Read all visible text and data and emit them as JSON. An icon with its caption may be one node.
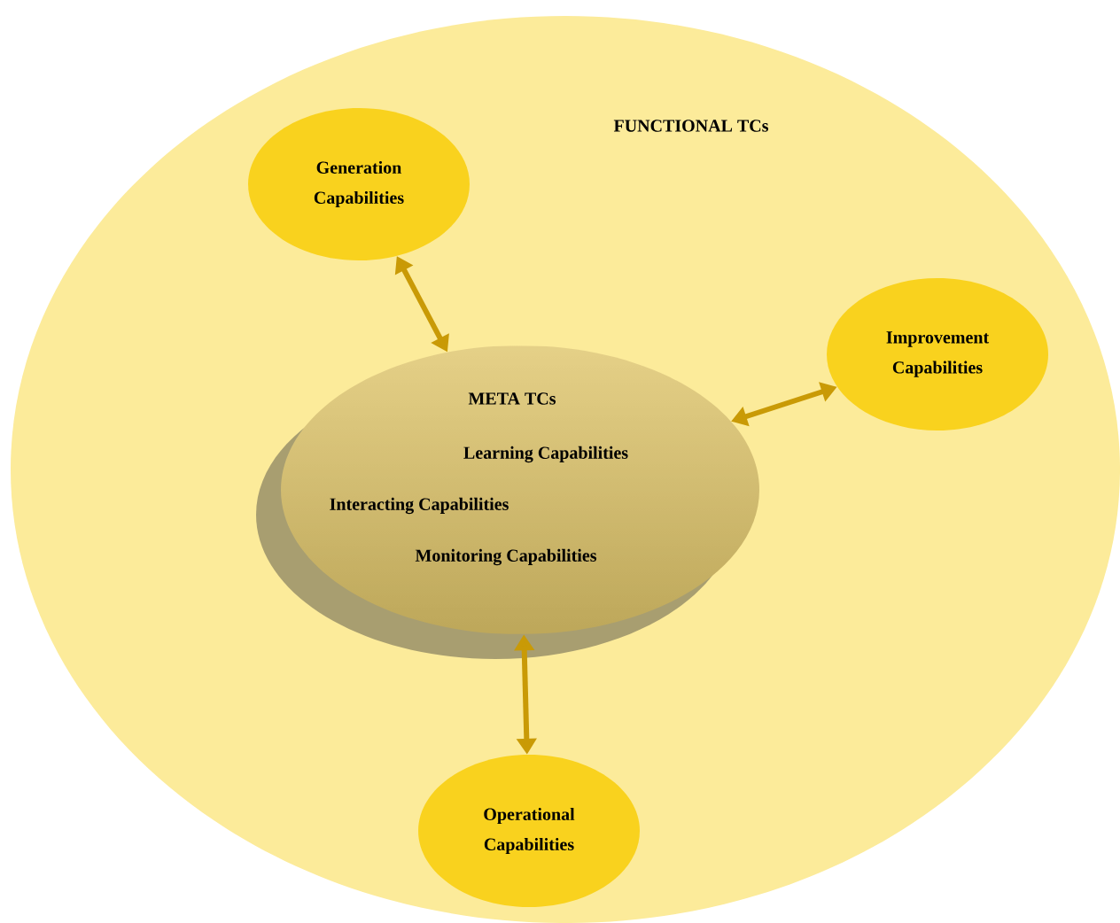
{
  "diagram": {
    "nodes": [
      {
        "text": [
          "FUNCTIONAL TCs"
        ]
      },
      {
        "text": [
          "Generation Capabilities"
        ],
        "in": 0
      },
      {
        "text": [
          "Improvement Capabilities"
        ],
        "in": 0
      },
      {
        "text": [
          "META TCs",
          "Learning Capabilities",
          "Interacting Capabilities",
          "Monitoring Capabilities"
        ],
        "in": 0
      },
      {
        "text": [
          "Operational Capabilities"
        ],
        "in": 0
      }
    ],
    "edges": [
      {
        "from": 1,
        "to": 3,
        "arrow": "both"
      },
      {
        "from": 2,
        "to": 3,
        "arrow": "both"
      },
      {
        "from": 4,
        "to": 3,
        "arrow": "both"
      }
    ]
  }
}
